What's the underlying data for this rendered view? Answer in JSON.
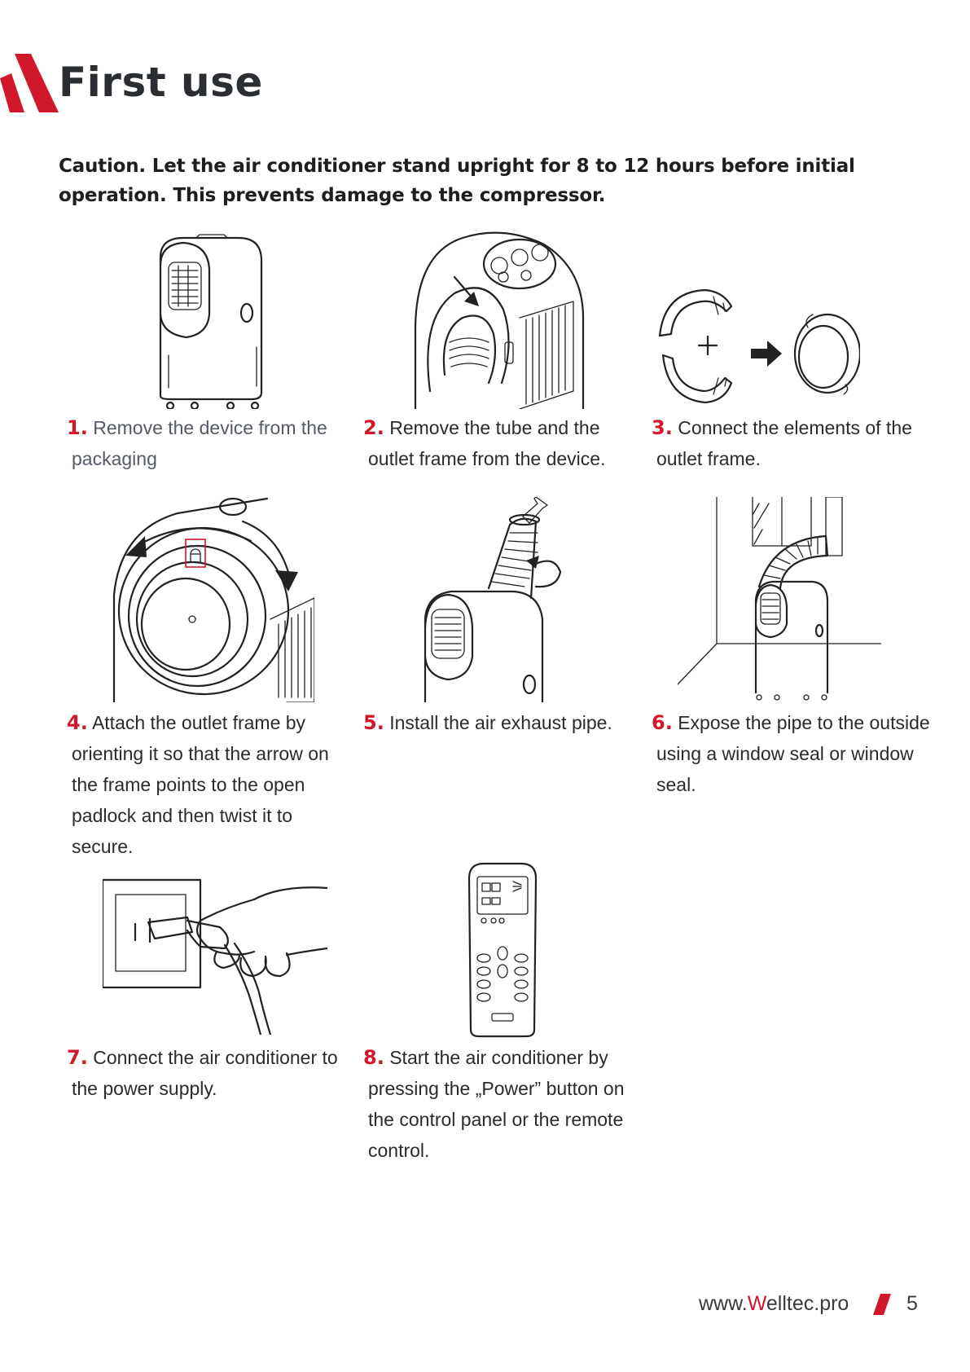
{
  "page": {
    "title": "First use",
    "caution": "Caution. Let the air conditioner stand upright for 8 to 12 hours before initial operation. This prevents damage to the compressor."
  },
  "steps": [
    {
      "number": "1.",
      "text": "Remove the device from the packaging"
    },
    {
      "number": "2.",
      "text": "Remove the tube and the outlet frame from the device."
    },
    {
      "number": "3.",
      "text": "Connect the elements of the outlet frame."
    },
    {
      "number": "4.",
      "text": "Attach the outlet frame by orienting it so that the arrow on the frame points to the open padlock and then twist it to secure."
    },
    {
      "number": "5.",
      "text": "Install the air exhaust pipe."
    },
    {
      "number": "6.",
      "text": "Expose the pipe to the outside using a window seal or window seal."
    },
    {
      "number": "7.",
      "text": "Connect the air conditioner to the power supply."
    },
    {
      "number": "8.",
      "text": "Start the air conditioner by pressing the „Power” button on the control panel or the remote control."
    }
  ],
  "footer": {
    "url_prefix": "www.",
    "url_brand": "W",
    "url_suffix": "elltec.pro",
    "page_number": "5"
  },
  "colors": {
    "accent": "#d0182a",
    "title": "#2a2e33",
    "text": "#2b2b2b"
  }
}
